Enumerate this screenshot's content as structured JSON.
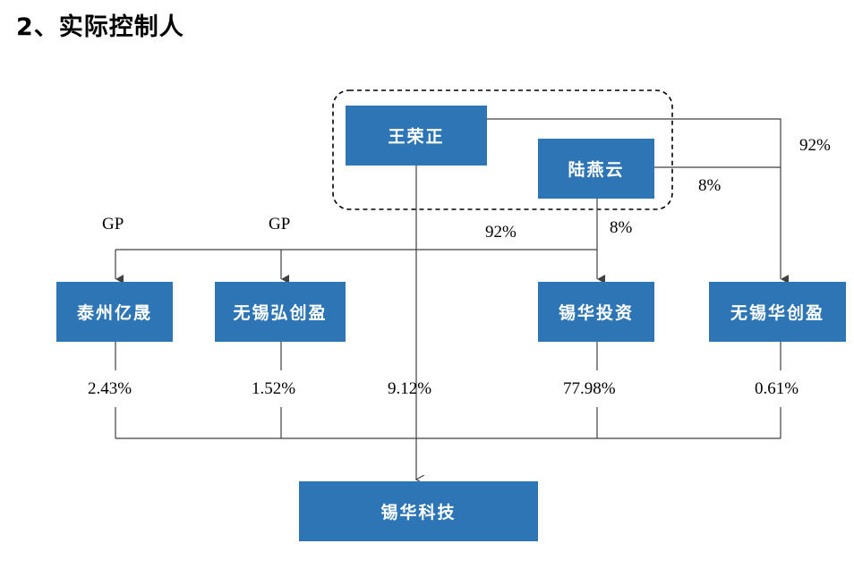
{
  "heading": "2、实际控制人",
  "nodes": {
    "wang_rongzheng": "王荣正",
    "lu_yanyun": "陆燕云",
    "taizhou_yisheng": "泰州亿晟",
    "wuxi_hongchuangying": "无锡弘创盈",
    "xihua_investment": "锡华投资",
    "wuxi_huachuangying": "无锡华创盈",
    "xihua_technology": "锡华科技"
  },
  "edges": {
    "wang_to_huachuangying": "92%",
    "lu_to_huachuangying": "8%",
    "wang_to_xihua_investment": "92%",
    "lu_to_xihua_investment": "8%",
    "gp_taizhou": "GP",
    "gp_hongchuangying": "GP",
    "taizhou_to_tech": "2.43%",
    "hongchuangying_to_tech": "1.52%",
    "wang_to_tech": "9.12%",
    "xihua_investment_to_tech": "77.98%",
    "huachuangying_to_tech": "0.61%"
  }
}
